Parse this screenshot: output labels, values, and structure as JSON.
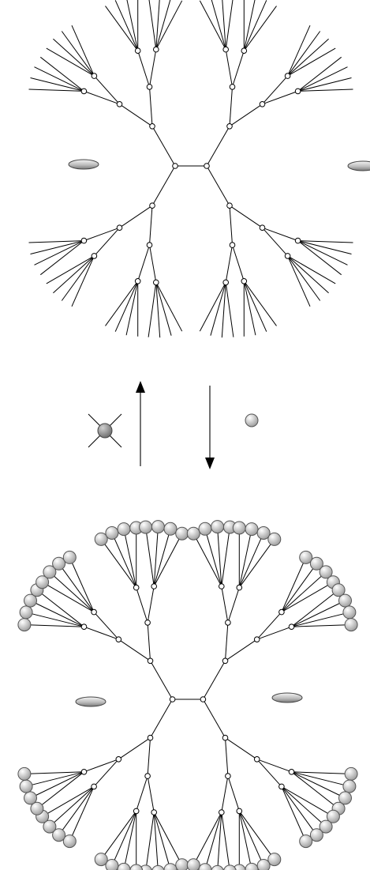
{
  "diagram": {
    "description_free": true,
    "upper_structure": {
      "state": "unloaded",
      "terminal_groups": "bare-branches",
      "cavity_guests": 2
    },
    "lower_structure": {
      "state": "loaded",
      "terminal_groups": "spheres",
      "cavity_guests": 2
    },
    "reaction_arrows": [
      {
        "direction": "up",
        "label_glyph": "crossed-sphere"
      },
      {
        "direction": "down",
        "label_glyph": "sphere"
      }
    ],
    "colors": {
      "line": "#000000",
      "node_fill": "#ffffff",
      "sphere_light": "#ffffff",
      "sphere_dark": "#9a9a9a",
      "crossed_sphere": "#8a8a8a"
    }
  }
}
